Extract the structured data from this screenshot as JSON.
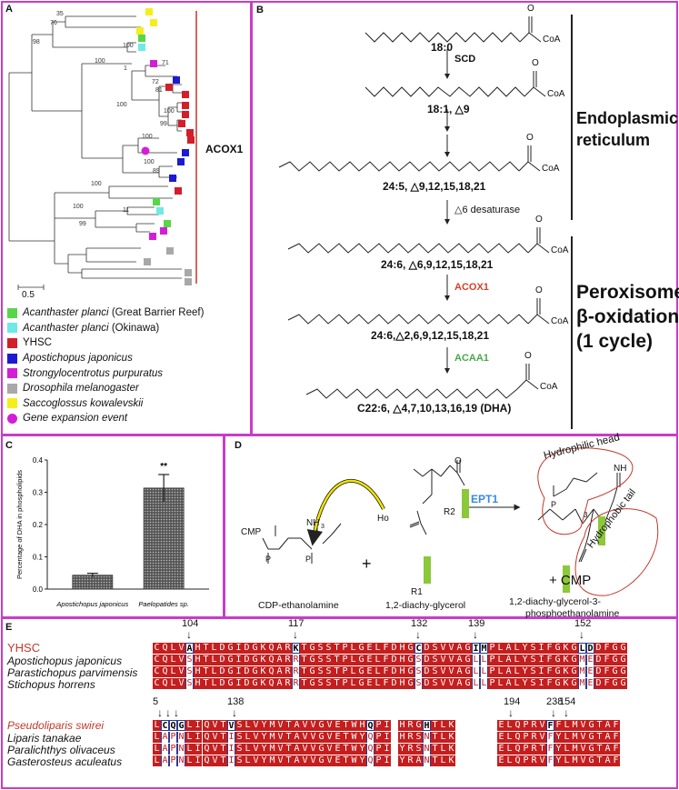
{
  "panels": {
    "a": "A",
    "b": "B",
    "c": "C",
    "d": "D",
    "e": "E"
  },
  "tree": {
    "bootstraps": [
      "35",
      "76",
      "98",
      "100",
      "100",
      "1",
      "71",
      "72",
      "81",
      "100",
      "100",
      "99",
      "100",
      "100",
      "89",
      "100",
      "100",
      "11",
      "99"
    ],
    "scale_label": "0.5",
    "clade_label": "ACOX1"
  },
  "legend": [
    {
      "label": "Acanthaster planci",
      "suffix": " (Great Barrier Reef)",
      "color": "#58d64a",
      "italic": true
    },
    {
      "label": "Acanthaster planci",
      "suffix": " (Okinawa)",
      "color": "#6fe9e6",
      "italic": true
    },
    {
      "label": "YHSC",
      "suffix": "",
      "color": "#d21f2a",
      "italic": false
    },
    {
      "label": "Apostichopus japonicus",
      "suffix": "",
      "color": "#1d1bd1",
      "italic": true
    },
    {
      "label": "Strongylocentrotus purpuratus",
      "suffix": "",
      "color": "#d21fd6",
      "italic": true
    },
    {
      "label": "Drosophila melanogaster",
      "suffix": "",
      "color": "#a8a8a8",
      "italic": true
    },
    {
      "label": "Saccoglossus kowalevskii",
      "suffix": "",
      "color": "#f5ee1c",
      "italic": true
    },
    {
      "label": "Gene expansion event",
      "suffix": "",
      "color": "#d21fd6",
      "italic": true,
      "circle": true
    }
  ],
  "pathway": {
    "coa": "CoA",
    "o": "O",
    "steps": [
      {
        "name": "18:0",
        "enzyme": "SCD"
      },
      {
        "name": "18:1, △9",
        "enzyme": ""
      },
      {
        "name": "24:5, △9,12,15,18,21",
        "enzyme": "△6 desaturase"
      },
      {
        "name": "24:6, △6,9,12,15,18,21",
        "enzyme": "ACOX1"
      },
      {
        "name": "24:6,△2,6,9,12,15,18,21",
        "enzyme": "ACAA1"
      },
      {
        "name": "C22:6, △4,7,10,13,16,19 (DHA)",
        "enzyme": ""
      }
    ],
    "er_label_1": "Endoplasmic",
    "er_label_2": "reticulum",
    "perox_label_1": "Peroxisome",
    "perox_label_2": "β-oxidation",
    "perox_label_3": "(1 cycle)",
    "enzyme_colors": {
      "ACOX1": "#d8402a",
      "ACAA1": "#4aa84a"
    }
  },
  "chart_data": {
    "type": "bar",
    "categories": [
      "Apostichopus japonicus",
      "Paelopatides sp."
    ],
    "values": [
      0.043,
      0.313
    ],
    "errors": [
      0.006,
      0.042
    ],
    "ylabel": "Percentage of DHA in phospholipids",
    "ylim": [
      0,
      0.4
    ],
    "yticks": [
      "0.0",
      "0.1",
      "0.2",
      "0.3",
      "0.4"
    ],
    "annotation": "**"
  },
  "reaction": {
    "cmp": "CMP",
    "nh3": "NH",
    "nh3_sub": "3",
    "ho": "Ho",
    "p": "P",
    "o": "O",
    "o_minus": "O",
    "r1": "R1",
    "r2": "R2",
    "nh": "NH",
    "three": "3",
    "enzyme": "EPT1",
    "plus": "+",
    "plus_cmp": "+ CMP",
    "head": "Hydrophilic head",
    "tail": "Hydrophobic tail",
    "sub1": "CDP-ethanolamine",
    "sub2": "1,2-diachy-glycerol",
    "prod1": "1,2-diachy-glycerol-3-",
    "prod2": "phosphoethanolamine"
  },
  "alignment": {
    "top_positions": [
      "104",
      "117",
      "132",
      "139",
      "152"
    ],
    "top_species": [
      {
        "name": "YHSC",
        "highlight": true
      },
      {
        "name": "Apostichopus japonicus",
        "highlight": false
      },
      {
        "name": "Parastichopus parvimensis",
        "highlight": false
      },
      {
        "name": "Stichopus horrens",
        "highlight": false
      }
    ],
    "top_seqs": [
      "CQLVAHTLDGIDGKQARKTGSSTPLGELFDHGCDSVVAGIMPLALYSIFGKGLDDFGG",
      "CQLVSHTLDGIDGKQARRTGSSTPLGELFDHGSDSVVAGLLPLALYSIFGKGMEDFGG",
      "CQLVSHTLDGIDGKQARRTGSSTPLGELFDHGSDSVVAGLLPLALYSIFGKGMEDFGG",
      "CQLVSHTLDGIDGKQARRTGSSTPLGELFDHGSDSVVAGLLPLALYSIFGKGMEDFGG"
    ],
    "bottom_positions": [
      "5",
      "138",
      "154",
      "194",
      "238"
    ],
    "bottom_species": [
      {
        "name": "Pseudoliparis swirei",
        "highlight": true
      },
      {
        "name": "Liparis tanakae",
        "highlight": false
      },
      {
        "name": "Paralichthys olivaceus",
        "highlight": false
      },
      {
        "name": "Gasterosteus aculeatus",
        "highlight": false
      }
    ],
    "bottom_blocks": [
      [
        "LCQGLI",
        "LAPNLI",
        "LAPNLI",
        "LAPNLI"
      ],
      [
        "QVTVSLVYMVTAVVGVETWHQPI",
        "QVTISLVYMVTAVVGVETWYQPI",
        "QVTISLVYMVTAVVGVETWYQPI",
        "QVTISLVYMVTAVVGVETWYQPI"
      ],
      [
        "HRGHTLK",
        "HRSNTLK",
        "YRSNTLK",
        "YRANTLK"
      ],
      [
        "ELQPRVFFLMVGTAF",
        "ELQPRVFYLMVGTAF",
        "ELQPRTFYLMVGTAF",
        "ELQPRVFYLMVGTAF"
      ]
    ]
  }
}
